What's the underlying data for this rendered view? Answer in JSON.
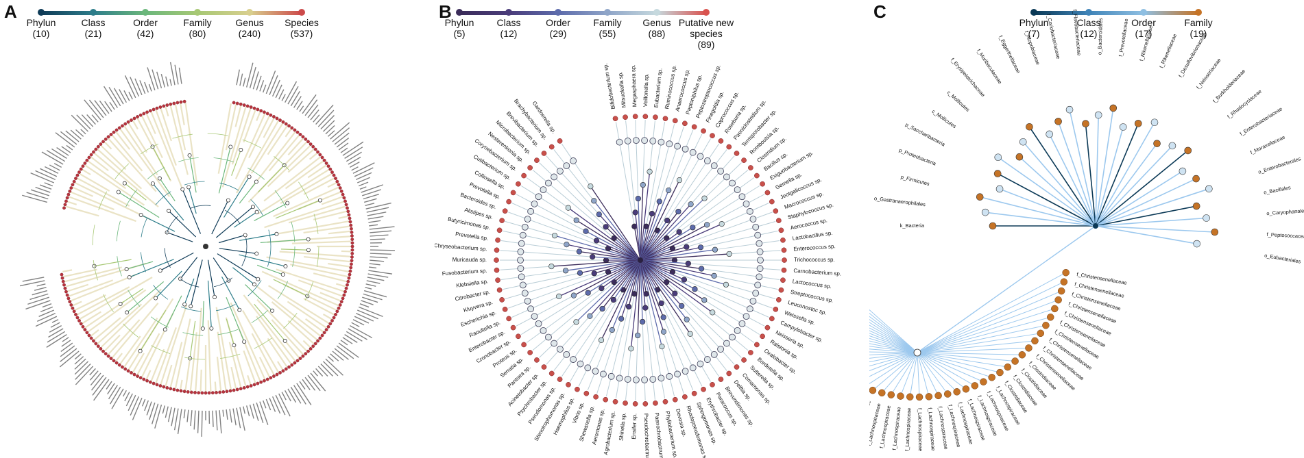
{
  "panels": [
    {
      "letter": "A",
      "legend": [
        {
          "rank": "Phylun",
          "count": "(10)",
          "color": "#0f3b57"
        },
        {
          "rank": "Class",
          "count": "(21)",
          "color": "#2d7d8a"
        },
        {
          "rank": "Order",
          "count": "(42)",
          "color": "#6bb77b"
        },
        {
          "rank": "Family",
          "count": "(80)",
          "color": "#a7c874"
        },
        {
          "rank": "Genus",
          "count": "(240)",
          "color": "#d8cf8e"
        },
        {
          "rank": "Species",
          "count": "(537)",
          "color": "#cc4a4a"
        }
      ],
      "colors": {
        "leaf_fill": "#f1e7c4",
        "leaf_edge": "#d8cc96",
        "species_ring": "#b8333d",
        "outer_text": "#555555"
      }
    },
    {
      "letter": "B",
      "legend": [
        {
          "rank": "Phylun",
          "count": "(5)",
          "color": "#3b2c5a"
        },
        {
          "rank": "Class",
          "count": "(12)",
          "color": "#4a3c7a"
        },
        {
          "rank": "Order",
          "count": "(29)",
          "color": "#5d6bab"
        },
        {
          "rank": "Family",
          "count": "(55)",
          "color": "#8fa5c8"
        },
        {
          "rank": "Genus",
          "count": "(88)",
          "color": "#c6d9de"
        },
        {
          "rank": "Putative new species",
          "count": "(89)",
          "color": "#d9534f"
        }
      ],
      "labels": [
        "Bifidobacterium sp.",
        "Mitsuokella sp.",
        "Megasphaera sp.",
        "Veillonella sp.",
        "Eubacterium sp.",
        "Ruminococcus sp.",
        "Anaerococcus sp.",
        "Peptoniphilus sp.",
        "Peptostreptococcus sp.",
        "Finegoldia sp.",
        "Coprococcus sp.",
        "Roseburia sp.",
        "Paeniclostridium sp.",
        "Terrisporobacter sp.",
        "Romboutsia sp.",
        "Clostridium sp.",
        "Bacillus sp.",
        "Exiguobacterium sp.",
        "Gemella sp.",
        "Jeotgalicoccus sp.",
        "Macrococcus sp.",
        "Staphylococcus sp.",
        "Aerococcus sp.",
        "Lactobacillus sp.",
        "Enterococcus sp.",
        "Trichococcus sp.",
        "Carnobacterium sp.",
        "Lactococcus sp.",
        "Streptococcus sp.",
        "Leuconostoc sp.",
        "Weissella sp.",
        "Campylobacter sp.",
        "Neisseria sp.",
        "Ralstonia sp.",
        "Oxalobacter sp.",
        "Bordetella sp.",
        "Sutterella sp.",
        "Comamonas sp.",
        "Delftia sp.",
        "Brevundimonas sp.",
        "Paracoccus sp.",
        "Erythrobacter sp.",
        "Sphingomonas sp.",
        "Rhodopseudomonas sp.",
        "Devosia sp.",
        "Phyllobacterium sp.",
        "Paenochrobactrum sp.",
        "Pseudochrobactrum sp.",
        "Ensifer sp.",
        "Shinella sp.",
        "Agrobacterium sp.",
        "Aeromonas sp.",
        "Shewanella sp.",
        "Vibrio sp.",
        "Haemophilus sp.",
        "Stenotrophomonas sp.",
        "Pseudomonas sp.",
        "Psychrobacter sp.",
        "Acinetobacter sp.",
        "Pantoea sp.",
        "Serratia sp.",
        "Proteus sp.",
        "Cronobacter sp.",
        "Enterobacter sp.",
        "Raoultella sp.",
        "Escherichia sp.",
        "Kluyvera sp.",
        "Citrobacter sp.",
        "Klebsiella sp.",
        "Fusobacterium sp.",
        "Muricauda sp.",
        "Chryseobacterium sp.",
        "Prevotella sp.",
        "Butyricimonas sp.",
        "Alistipes sp.",
        "Bacteroides sp.",
        "Prevotella sp.",
        "Collinsella sp.",
        "Cutibacterium sp.",
        "Corynebacterium sp.",
        "Nesterenkonia sp.",
        "Microbacterium sp.",
        "Brevibacterium sp.",
        "Brachybacterium sp.",
        "Gardnerella sp."
      ],
      "colors": {
        "leaf_ring": "#c8504a",
        "genus_node": "#dfe7ea",
        "branch": "#7f9bbd",
        "text": "#111111"
      }
    },
    {
      "letter": "C",
      "legend": [
        {
          "rank": "Phylun",
          "count": "(7)",
          "color": "#0b3956"
        },
        {
          "rank": "Class",
          "count": "(12)",
          "color": "#3f84b8"
        },
        {
          "rank": "Order",
          "count": "(17)",
          "color": "#8fbfe2"
        },
        {
          "rank": "Family",
          "count": "(19)",
          "color": "#c57326"
        }
      ],
      "upper_labels": [
        "k_Bacteria",
        "o_Gastranaerophilales",
        "p_Firmicutes",
        "p_Proteobacteria",
        "p_Saccharibacteria",
        "c_Mollicutes",
        "c_Mollicutes",
        "f_Erysipelotrichaceae",
        "f_Muribaculaceae",
        "f_Eggerthellaceae",
        "f_Atopobiaceae",
        "f_Coriobacteriaceae",
        "f_Flavobacteriaceae",
        "o_Bacteroidales",
        "f_Prevotellaceae",
        "f_Rikenellaceae",
        "f_Rikenellaceae",
        "f_Desulfovibrionaceae",
        "f_Neisseriaceae",
        "f_Burkholderiaceae",
        "f_Rhodocyclaceae",
        "f_Enterobacteriaceae",
        "f_Moraxellaceae",
        "o_Enterobacterales",
        "o_Bacillales",
        "o_Caryophanales",
        "f_Peptococcaceae",
        "o_Eubacteriales"
      ],
      "bottom_labels": [
        "f_Clostridiaceae",
        "f_Oscillospiraceae",
        "f_Lachnospiraceae",
        "f_Lachnospiraceae",
        "f_Lachnospiraceae",
        "f_Lachnospiraceae",
        "f_Lachnospiraceae",
        "f_Lachnospiraceae",
        "f_Lachnospiraceae",
        "f_Lachnospiraceae",
        "f_Lachnospiraceae",
        "f_Lachnospiraceae",
        "f_Lachnospiraceae",
        "f_Lachnospiraceae",
        "f_Lachnospiraceae",
        "f_Lachnospiraceae",
        "f_Lachnospiraceae",
        "f_Lachnospiraceae",
        "f_Lachnospiraceae",
        "f_Lachnospiraceae",
        "f_Lachnospiraceae",
        "f_Lachnospiraceae",
        "f_Lachnospiraceae",
        "f_Lachnospiraceae",
        "f_Lachnospiraceae",
        "f_Lachnospiraceae",
        "f_Lachnospiraceae",
        "f_Lachnospiraceae",
        "f_Lachnospiraceae",
        "f_Lachnospiraceae",
        "f_Lachnospiraceae",
        "f_Lachnospiraceae",
        "f_Lachnospiraceae",
        "f_Lachnospiraceae",
        "f_Lachnospiraceae",
        "f_Lachnospiraceae",
        "f_Lachnospiraceae",
        "f_Clostridiaceae",
        "f_Clostridiaceae",
        "f_Clostridiaceae",
        "f_Clostridiaceae",
        "f_Christensenellaceae",
        "f_Christensenellaceae",
        "f_Christensenellaceae",
        "f_Christensenellaceae",
        "f_Christensenellaceae",
        "f_Christensenellaceae",
        "f_Christensenellaceae",
        "f_Christensenellaceae",
        "f_Christensenellaceae",
        "f_Christensenellaceae"
      ],
      "colors": {
        "leaf_node": "#c57326",
        "edge_light": "#9cc8ee",
        "edge_dark": "#0b3956",
        "text": "#111111"
      }
    }
  ]
}
